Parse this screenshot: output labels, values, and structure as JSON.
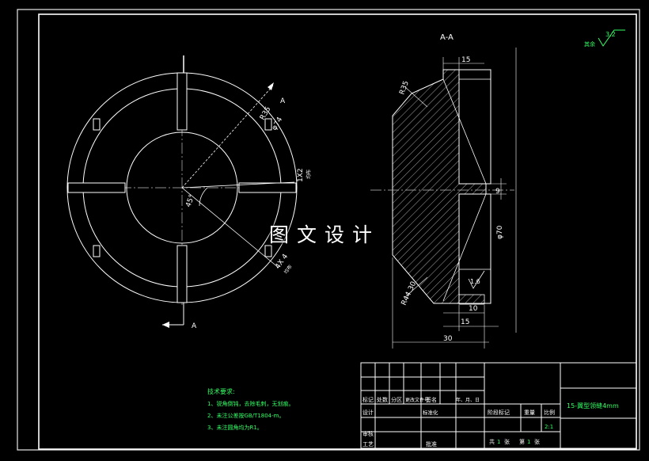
{
  "drawing": {
    "watermark": "图文设计",
    "section_title": "A-A",
    "cut_label_top": "A",
    "cut_label_bottom": "A",
    "surface_finish": "3.2",
    "surface_finish_note": "其余",
    "front_view_dims": {
      "radius": "R35",
      "diameter": "φ74",
      "chamfer_top": "1X2",
      "chamfer_top_sub": "均布",
      "angle": "45°",
      "chamfer_bottom": "4X 4",
      "chamfer_bottom_sub": "均布"
    },
    "section_dims": {
      "top_width": "15",
      "radius_top": "R35",
      "height_9": "9",
      "diameter_70": "φ70",
      "radius_bottom": "R44.30",
      "finish_16": "1.6",
      "width_10": "10",
      "width_15": "15",
      "width_30": "30"
    },
    "tech_requirements": {
      "title": "技术要求:",
      "items": [
        "1、锐角倒钝，去除毛刺，无划痕。",
        "2、未注公差按GB/T1804-m。",
        "3、未注圆角均为R1。"
      ]
    },
    "title_block": {
      "name": "15-翼型领缝4mm",
      "scale": "2:1",
      "header": [
        "标记",
        "处数",
        "分区",
        "更改文件号",
        "签名",
        "年、月、日"
      ],
      "design": "设计",
      "standard": "标准化",
      "stage": "阶段标记",
      "weight": "重量",
      "ratio": "比例",
      "review": "审核",
      "process": "工艺",
      "approve": "批准",
      "sheets_total_prefix": "共",
      "sheets_total": "1",
      "sheets_unit": "张",
      "sheet_no_prefix": "第",
      "sheet_no": "1",
      "sheet_unit2": "张"
    }
  }
}
